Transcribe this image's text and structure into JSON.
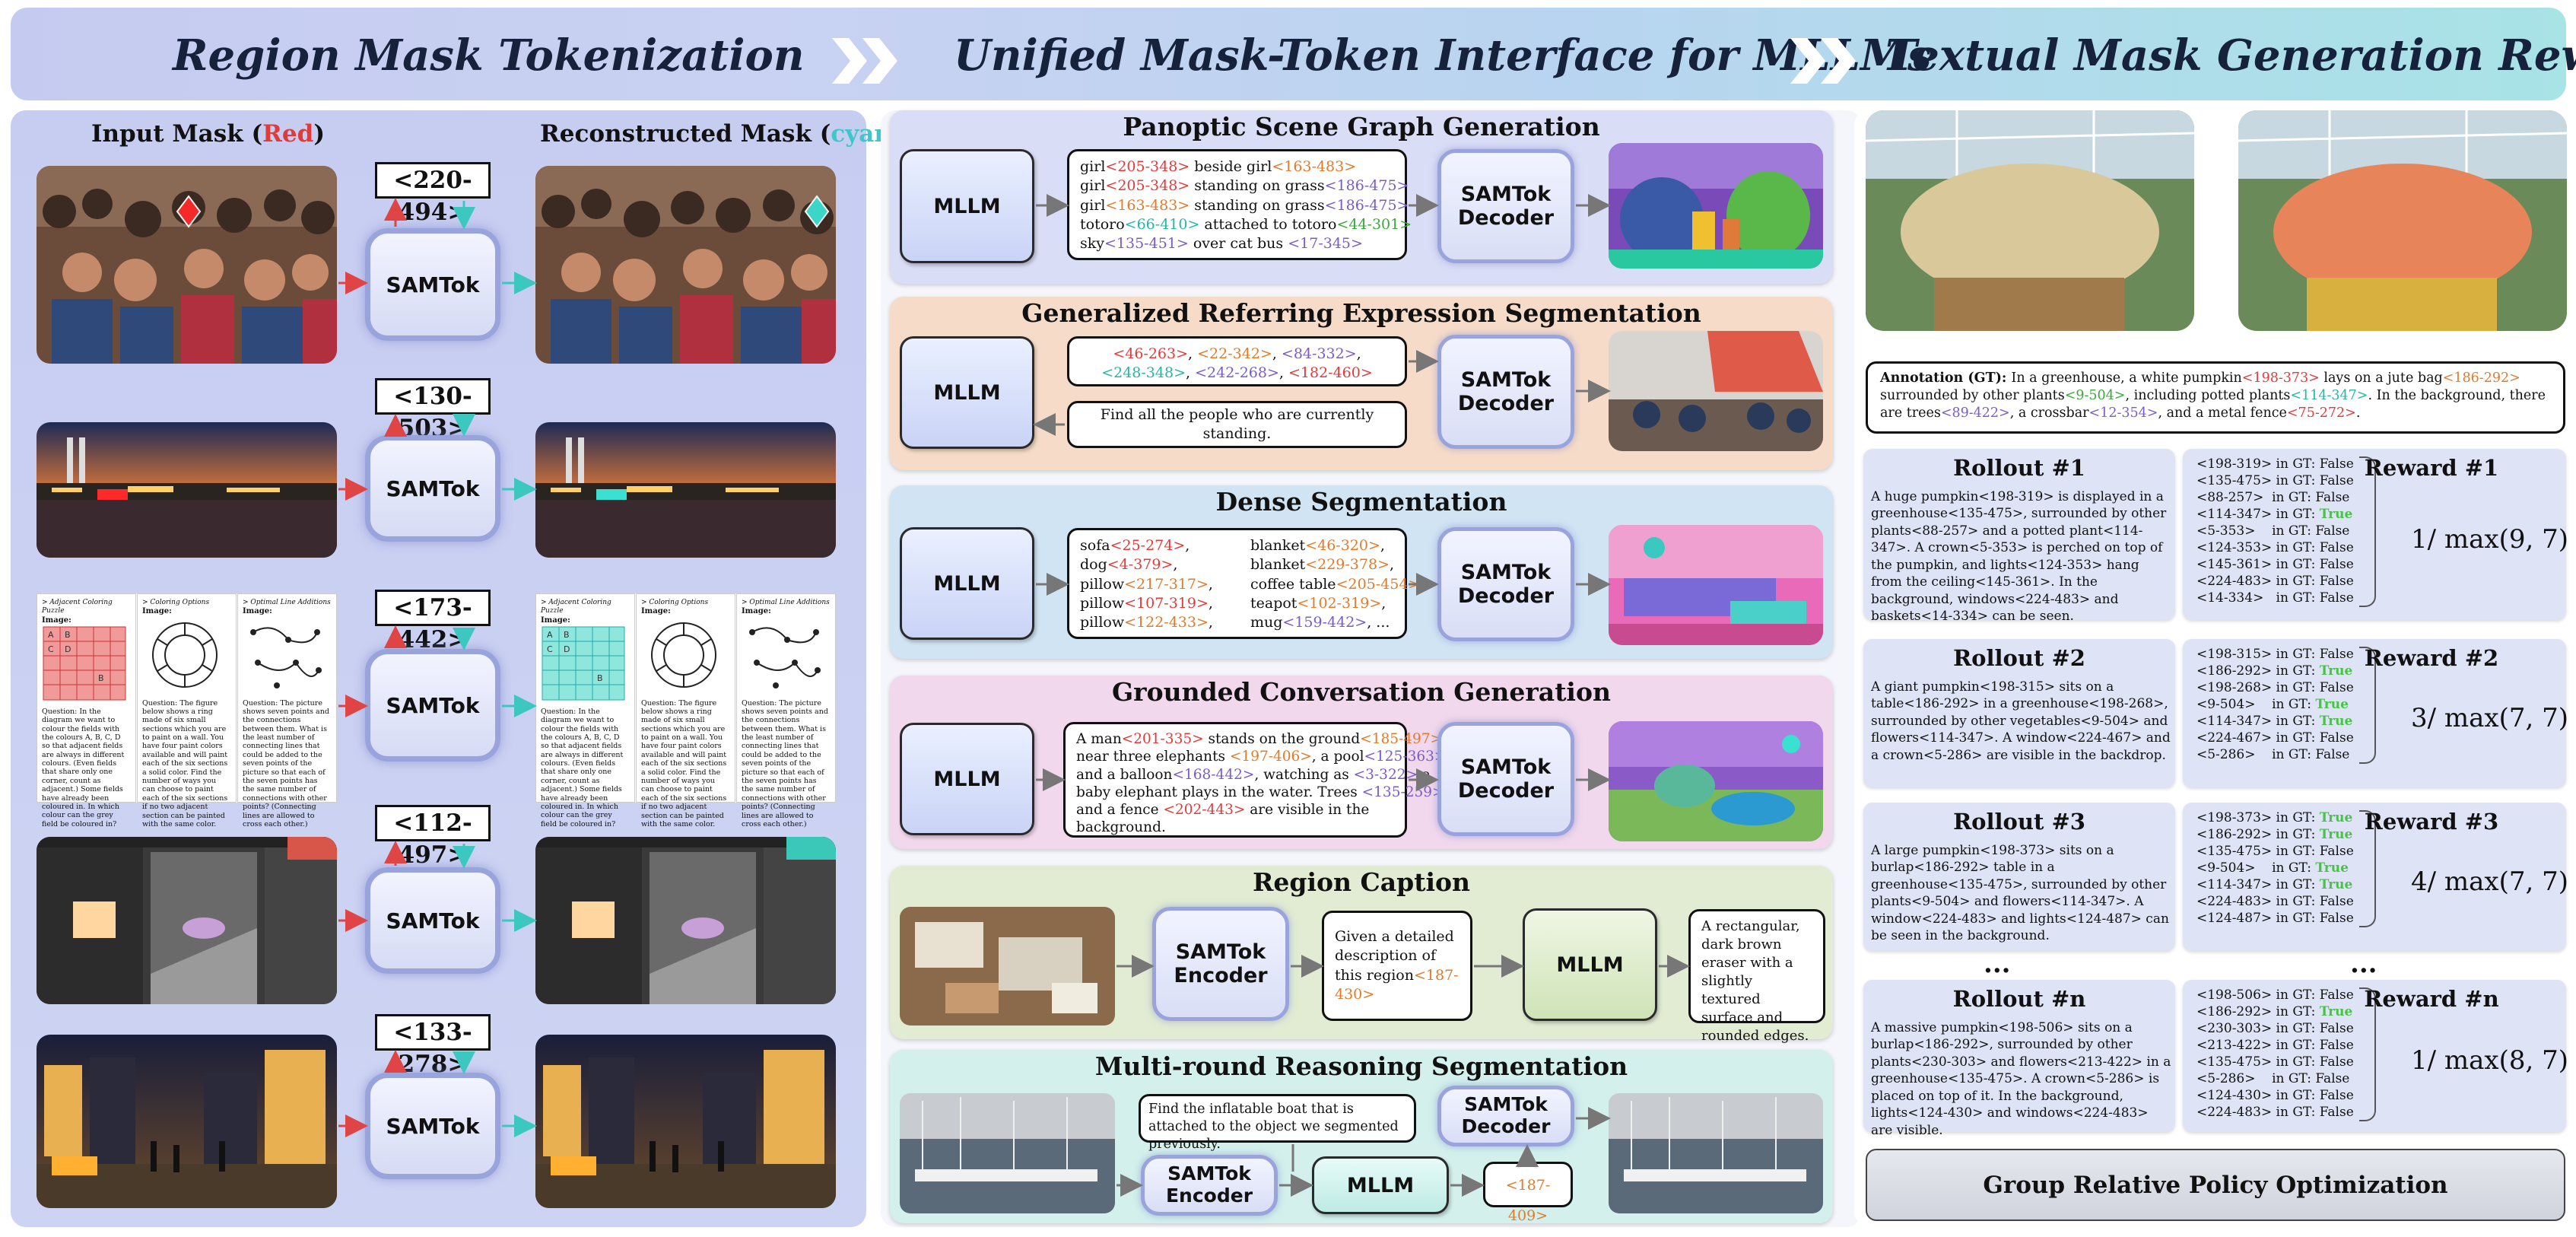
{
  "header": {
    "left_title": "Region Mask Tokenization",
    "mid_title": "Unified Mask-Token Interface for MLLMs",
    "right_title": "Textual Mask Generation Rewards"
  },
  "colors": {
    "red": "#e03b3b",
    "cyan": "#3cc8c8",
    "orange": "#e07b2a",
    "purple": "#7a5cc8",
    "green": "#3aa83a",
    "teal": "#26b5a5",
    "true_green": "#47c447"
  },
  "left": {
    "input_label_prefix": "Input Mask (",
    "input_label_color": "Red",
    "input_label_suffix": ")",
    "recon_label_prefix": "Reconstructed Mask (",
    "recon_label_color": "cyan",
    "recon_label_suffix": ")",
    "samtok_label": "SAMTok",
    "tokens": [
      "<220-494>",
      "<130-503>",
      "<173-442>",
      "<112-497>",
      "<133-278>"
    ],
    "worksheet": {
      "headers": [
        "> Adjacent Coloring Puzzle",
        "> Coloring Options",
        "> Optimal Line Additions"
      ],
      "image_label": "Image:",
      "grid_letters": [
        "A",
        "B",
        "C",
        "D",
        "B"
      ],
      "q1": "Question: In the diagram we want to colour the fields with the colours A, B, C, D so that adjacent fields are always in different colours. (Even fields that share only one corner, count as adjacent.) Some fields have already been coloured in. In which colour can the grey field be coloured in?",
      "q2": "Question: The figure below shows a ring made of six small sections which you are to paint on a wall. You have four paint colors available and will paint each of the six sections a solid color. Find the number of ways you can choose to paint each of the six sections if no two adjacent section can be painted with the same color.",
      "q3": "Question: The picture shows seven points and the connections between them. What is the least number of connecting lines that could be added to the seven points of the picture so that each of the seven points has the same number of connections with other points? (Connecting lines are allowed to cross each other.)"
    }
  },
  "middle": {
    "mllm_label": "MLLM",
    "samtok_decoder_label": "SAMTok Decoder",
    "samtok_encoder_label": "SAMTok Encoder",
    "psg": {
      "title": "Panoptic Scene Graph Generation",
      "lines": [
        [
          {
            "t": "girl",
            "c": ""
          },
          {
            "t": "<205-348>",
            "c": "red"
          },
          {
            "t": " beside girl",
            "c": ""
          },
          {
            "t": "<163-483>",
            "c": "orange"
          }
        ],
        [
          {
            "t": "girl",
            "c": ""
          },
          {
            "t": "<205-348>",
            "c": "red"
          },
          {
            "t": " standing on grass",
            "c": ""
          },
          {
            "t": "<186-475>",
            "c": "purple"
          }
        ],
        [
          {
            "t": "girl",
            "c": ""
          },
          {
            "t": "<163-483>",
            "c": "orange"
          },
          {
            "t": " standing on grass",
            "c": ""
          },
          {
            "t": "<186-475>",
            "c": "purple"
          }
        ],
        [
          {
            "t": "totoro",
            "c": ""
          },
          {
            "t": "<66-410>",
            "c": "teal"
          },
          {
            "t": " attached to totoro",
            "c": ""
          },
          {
            "t": "<44-301>",
            "c": "green"
          }
        ],
        [
          {
            "t": "sky",
            "c": ""
          },
          {
            "t": "<135-451>",
            "c": "purple"
          },
          {
            "t": " over cat bus ",
            "c": ""
          },
          {
            "t": "<17-345>",
            "c": "purple"
          }
        ]
      ]
    },
    "gres": {
      "title": "Generalized Referring Expression Segmentation",
      "tokens_line1": [
        {
          "t": "<46-263>",
          "c": "red"
        },
        {
          "t": ", ",
          "c": ""
        },
        {
          "t": "<22-342>",
          "c": "orange"
        },
        {
          "t": ", ",
          "c": ""
        },
        {
          "t": "<84-332>",
          "c": "purple"
        },
        {
          "t": ",",
          "c": ""
        }
      ],
      "tokens_line2": [
        {
          "t": "<248-348>",
          "c": "teal"
        },
        {
          "t": ", ",
          "c": ""
        },
        {
          "t": "<242-268>",
          "c": "purple"
        },
        {
          "t": ", ",
          "c": ""
        },
        {
          "t": "<182-460>",
          "c": "red"
        }
      ],
      "query": "Find all the people who are currently standing."
    },
    "dense": {
      "title": "Dense Segmentation",
      "col1": [
        [
          {
            "t": "sofa",
            "c": ""
          },
          {
            "t": "<25-274>",
            "c": "red"
          },
          {
            "t": ",",
            "c": ""
          }
        ],
        [
          {
            "t": "dog",
            "c": ""
          },
          {
            "t": "<4-379>",
            "c": "red"
          },
          {
            "t": ",",
            "c": ""
          }
        ],
        [
          {
            "t": "pillow",
            "c": ""
          },
          {
            "t": "<217-317>",
            "c": "orange"
          },
          {
            "t": ",",
            "c": ""
          }
        ],
        [
          {
            "t": "pillow",
            "c": ""
          },
          {
            "t": "<107-319>",
            "c": "red"
          },
          {
            "t": ",",
            "c": ""
          }
        ],
        [
          {
            "t": "pillow",
            "c": ""
          },
          {
            "t": "<122-433>",
            "c": "orange"
          },
          {
            "t": ",",
            "c": ""
          }
        ]
      ],
      "col2": [
        [
          {
            "t": "blanket",
            "c": ""
          },
          {
            "t": "<46-320>",
            "c": "orange"
          },
          {
            "t": ",",
            "c": ""
          }
        ],
        [
          {
            "t": "blanket",
            "c": ""
          },
          {
            "t": "<229-378>",
            "c": "orange"
          },
          {
            "t": ",",
            "c": ""
          }
        ],
        [
          {
            "t": "coffee table",
            "c": ""
          },
          {
            "t": "<205-454>",
            "c": "orange"
          },
          {
            "t": ",",
            "c": ""
          }
        ],
        [
          {
            "t": "teapot",
            "c": ""
          },
          {
            "t": "<102-319>",
            "c": "orange"
          },
          {
            "t": ",",
            "c": ""
          }
        ],
        [
          {
            "t": "mug",
            "c": ""
          },
          {
            "t": "<159-442>",
            "c": "purple"
          },
          {
            "t": ", ...",
            "c": ""
          }
        ]
      ]
    },
    "gcg": {
      "title": "Grounded Conversation Generation",
      "lines": [
        [
          {
            "t": "A man",
            "c": ""
          },
          {
            "t": "<201-335>",
            "c": "red"
          },
          {
            "t": " stands on the ground",
            "c": ""
          },
          {
            "t": "<185-497>",
            "c": "orange"
          }
        ],
        [
          {
            "t": "near three elephants ",
            "c": ""
          },
          {
            "t": "<197-406>",
            "c": "orange"
          },
          {
            "t": ", a pool",
            "c": ""
          },
          {
            "t": "<125-363>",
            "c": "purple"
          },
          {
            "t": ",",
            "c": ""
          }
        ],
        [
          {
            "t": "and a balloon",
            "c": ""
          },
          {
            "t": "<168-442>",
            "c": "purple"
          },
          {
            "t": ", watching as ",
            "c": ""
          },
          {
            "t": "<3-322>",
            "c": "purple"
          },
          {
            "t": " a",
            "c": ""
          }
        ],
        [
          {
            "t": "baby elephant plays in the water.  Trees ",
            "c": ""
          },
          {
            "t": "<135-259>",
            "c": "purple"
          }
        ],
        [
          {
            "t": "and a fence ",
            "c": ""
          },
          {
            "t": "<202-443>",
            "c": "red"
          },
          {
            "t": " are visible in the",
            "c": ""
          }
        ],
        [
          {
            "t": "background.",
            "c": ""
          }
        ]
      ]
    },
    "caption": {
      "title": "Region Caption",
      "prompt": [
        {
          "t": "Given a detailed description of this region",
          "c": ""
        },
        {
          "t": "<187-430>",
          "c": "orange"
        }
      ],
      "answer": "A rectangular, dark brown eraser with a slightly textured surface and rounded edges."
    },
    "reason": {
      "title": "Multi-round Reasoning Segmentation",
      "query": "Find the inflatable boat that is attached to the object we segmented previously.",
      "token": "<187-409>"
    }
  },
  "right": {
    "annotation": [
      {
        "t": "Annotation (GT): ",
        "c": "",
        "b": true
      },
      {
        "t": "In a greenhouse, a white pumpkin",
        "c": ""
      },
      {
        "t": "<198-373>",
        "c": "red"
      },
      {
        "t": " lays on a jute bag",
        "c": ""
      },
      {
        "t": "<186-292>",
        "c": "orange"
      },
      {
        "t": " surrounded by other plants",
        "c": ""
      },
      {
        "t": "<9-504>",
        "c": "green"
      },
      {
        "t": ", including potted plants",
        "c": ""
      },
      {
        "t": "<114-347>",
        "c": "teal"
      },
      {
        "t": ". In the background, there are trees",
        "c": ""
      },
      {
        "t": "<89-422>",
        "c": "purple"
      },
      {
        "t": ", a crossbar",
        "c": ""
      },
      {
        "t": "<12-354>",
        "c": "purple"
      },
      {
        "t": ", and a metal fence",
        "c": ""
      },
      {
        "t": "<75-272>",
        "c": "red"
      },
      {
        "t": ".",
        "c": ""
      }
    ],
    "rollouts": [
      {
        "title": "Rollout #1",
        "text": "A huge pumpkin<198-319> is displayed in a greenhouse<135-475>, surrounded by other plants<88-257> and a potted plant<114-347>.  A crown<5-353> is perched on top of the pumpkin, and lights<124-353> hang from the ceiling<145-361>. In the background, windows<224-483> and baskets<14-334> can be seen.",
        "checks": [
          [
            "<198-319> in GT: ",
            "False"
          ],
          [
            "<135-475> in GT: ",
            "False"
          ],
          [
            "<88-257>  in GT: ",
            "False"
          ],
          [
            "<114-347> in GT: ",
            "True"
          ],
          [
            "<5-353>    in GT: ",
            "False"
          ],
          [
            "<124-353> in GT: ",
            "False"
          ],
          [
            "<145-361> in GT: ",
            "False"
          ],
          [
            "<224-483> in GT: ",
            "False"
          ],
          [
            "<14-334>   in GT: ",
            "False"
          ]
        ],
        "reward_title": "Reward #1",
        "reward": "1/ max(9, 7)"
      },
      {
        "title": "Rollout #2",
        "text": "A giant pumpkin<198-315> sits on a table<186-292> in a greenhouse<198-268>, surrounded by other vegetables<9-504> and flowers<114-347>. A window<224-467> and a crown<5-286> are visible in the backdrop.",
        "checks": [
          [
            "<198-315> in GT: ",
            "False"
          ],
          [
            "<186-292> in GT: ",
            "True"
          ],
          [
            "<198-268> in GT: ",
            "False"
          ],
          [
            "<9-504>    in GT: ",
            "True"
          ],
          [
            "<114-347> in GT: ",
            "True"
          ],
          [
            "<224-467> in GT: ",
            "False"
          ],
          [
            "<5-286>    in GT: ",
            "False"
          ]
        ],
        "reward_title": "Reward #2",
        "reward": "3/ max(7, 7)"
      },
      {
        "title": "Rollout #3",
        "text": "A large pumpkin<198-373> sits on a burlap<186-292> table in a greenhouse<135-475>, surrounded by other plants<9-504> and flowers<114-347>. A window<224-483> and lights<124-487> can be seen in the background.",
        "checks": [
          [
            "<198-373> in GT: ",
            "True"
          ],
          [
            "<186-292> in GT: ",
            "True"
          ],
          [
            "<135-475> in GT: ",
            "False"
          ],
          [
            "<9-504>    in GT: ",
            "True"
          ],
          [
            "<114-347> in GT: ",
            "True"
          ],
          [
            "<224-483> in GT: ",
            "False"
          ],
          [
            "<124-487> in GT: ",
            "False"
          ]
        ],
        "reward_title": "Reward #3",
        "reward": "4/ max(7, 7)"
      },
      {
        "title": "Rollout #n",
        "text": "A massive pumpkin<198-506> sits on a burlap<186-292>, surrounded by other plants<230-303> and flowers<213-422> in a greenhouse<135-475>. A crown<5-286> is placed on top of it. In the background, lights<124-430> and windows<224-483> are visible.",
        "checks": [
          [
            "<198-506> in GT: ",
            "False"
          ],
          [
            "<186-292> in GT: ",
            "True"
          ],
          [
            "<230-303> in GT: ",
            "False"
          ],
          [
            "<213-422> in GT: ",
            "False"
          ],
          [
            "<135-475> in GT: ",
            "False"
          ],
          [
            "<5-286>    in GT: ",
            "False"
          ],
          [
            "<124-430> in GT: ",
            "False"
          ],
          [
            "<224-483> in GT: ",
            "False"
          ]
        ],
        "reward_title": "Reward #n",
        "reward": "1/ max(8, 7)"
      }
    ],
    "ellipsis": "...",
    "grpo": "Group Relative Policy Optimization"
  }
}
